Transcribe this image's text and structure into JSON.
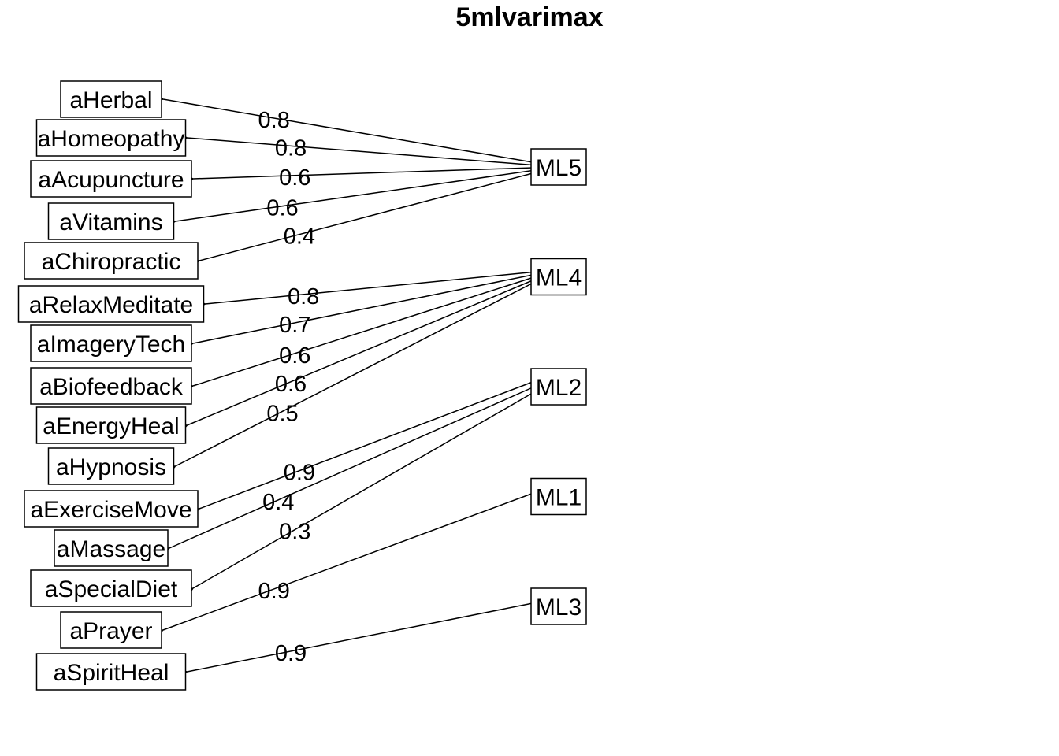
{
  "title": "5mlvarimax",
  "factors": [
    {
      "id": "ML5",
      "label": "ML5"
    },
    {
      "id": "ML4",
      "label": "ML4"
    },
    {
      "id": "ML2",
      "label": "ML2"
    },
    {
      "id": "ML1",
      "label": "ML1"
    },
    {
      "id": "ML3",
      "label": "ML3"
    }
  ],
  "variables": [
    {
      "label": "aHerbal",
      "factor": "ML5",
      "loading": "0.8"
    },
    {
      "label": "aHomeopathy",
      "factor": "ML5",
      "loading": "0.8"
    },
    {
      "label": "aAcupuncture",
      "factor": "ML5",
      "loading": "0.6"
    },
    {
      "label": "aVitamins",
      "factor": "ML5",
      "loading": "0.6"
    },
    {
      "label": "aChiropractic",
      "factor": "ML5",
      "loading": "0.4"
    },
    {
      "label": "aRelaxMeditate",
      "factor": "ML4",
      "loading": "0.8"
    },
    {
      "label": "aImageryTech",
      "factor": "ML4",
      "loading": "0.7"
    },
    {
      "label": "aBiofeedback",
      "factor": "ML4",
      "loading": "0.6"
    },
    {
      "label": "aEnergyHeal",
      "factor": "ML4",
      "loading": "0.6"
    },
    {
      "label": "aHypnosis",
      "factor": "ML4",
      "loading": "0.5"
    },
    {
      "label": "aExerciseMove",
      "factor": "ML2",
      "loading": "0.9"
    },
    {
      "label": "aMassage",
      "factor": "ML2",
      "loading": "0.4"
    },
    {
      "label": "aSpecialDiet",
      "factor": "ML2",
      "loading": "0.3"
    },
    {
      "label": "aPrayer",
      "factor": "ML1",
      "loading": "0.9"
    },
    {
      "label": "aSpiritHeal",
      "factor": "ML3",
      "loading": "0.9"
    }
  ]
}
